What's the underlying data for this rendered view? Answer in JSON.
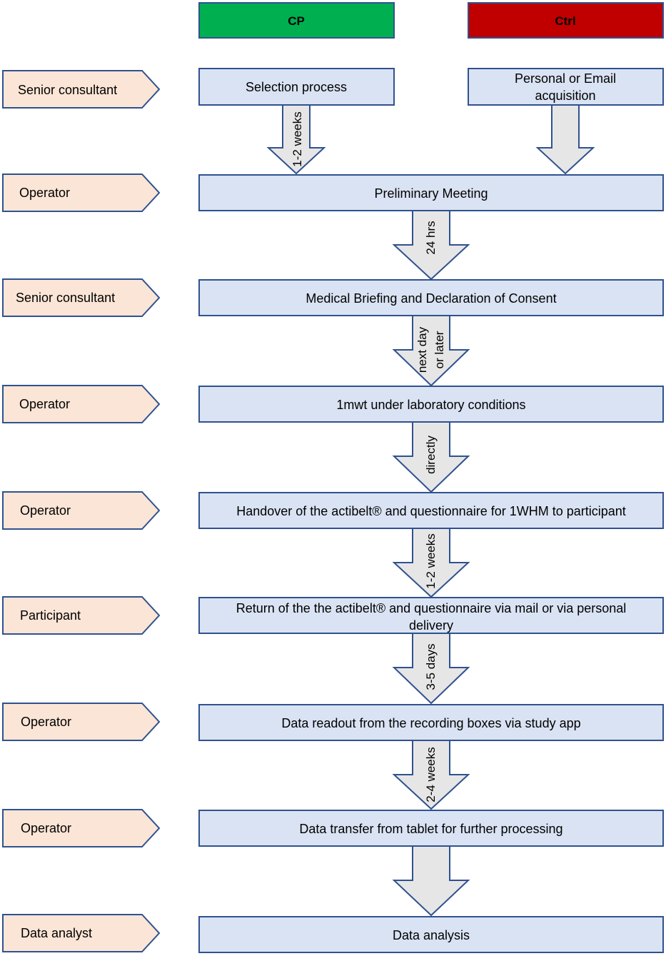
{
  "colors": {
    "process_fill": "#dae3f3",
    "process_stroke": "#2f528f",
    "role_fill": "#fbe5d6",
    "role_stroke": "#2f528f",
    "arrow_fill": "#e7e6e6",
    "arrow_stroke": "#2f528f",
    "cp_fill": "#00b050",
    "ctrl_fill": "#c00000"
  },
  "groups": {
    "cp": "CP",
    "ctrl": "Ctrl"
  },
  "roles": [
    "Senior consultant",
    "Operator",
    "Senior consultant",
    "Operator",
    "Operator",
    "Participant",
    "Operator",
    "Operator",
    "Data analyst"
  ],
  "top_boxes": {
    "cp": "Selection process",
    "ctrl_line1": "Personal or Email",
    "ctrl_line2": "acquisition"
  },
  "steps": [
    {
      "line1": "Preliminary Meeting",
      "line2": ""
    },
    {
      "line1": "Medical Briefing and Declaration of Consent",
      "line2": ""
    },
    {
      "line1": "1mwt under laboratory conditions",
      "line2": ""
    },
    {
      "line1": "Handover of the actibelt® and questionnaire for 1WHM to participant",
      "line2": ""
    },
    {
      "line1": "Return of the the actibelt® and questionnaire via mail or via personal",
      "line2": "delivery"
    },
    {
      "line1": "Data readout from the recording boxes via study app",
      "line2": ""
    },
    {
      "line1": "Data transfer from tablet for further processing",
      "line2": ""
    },
    {
      "line1": "Data analysis",
      "line2": ""
    }
  ],
  "arrow_labels": {
    "cp_top": "1-2 weeks",
    "ctrl_top": "",
    "a1_line1": "24 hrs",
    "a1_line2": "",
    "a2_line1": "next day",
    "a2_line2": "or later",
    "a3_line1": "directly",
    "a3_line2": "",
    "a4_line1": "1-2 weeks",
    "a4_line2": "",
    "a5_line1": "3-5 days",
    "a5_line2": "",
    "a6_line1": "2-4 weeks",
    "a6_line2": "",
    "a7_line1": "",
    "a7_line2": ""
  }
}
